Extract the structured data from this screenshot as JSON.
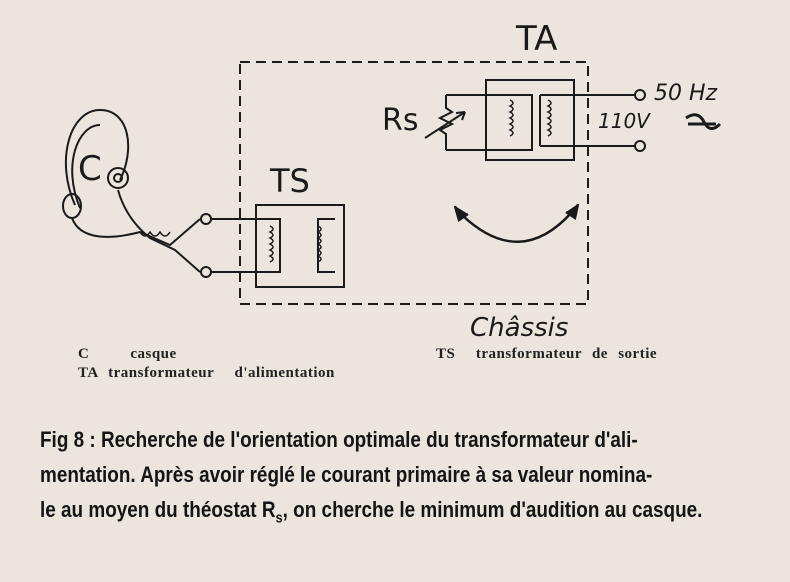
{
  "diagram": {
    "labels": {
      "ta": "TA",
      "ts": "TS",
      "rs": "Rs",
      "c": "C",
      "freq": "50 Hz",
      "voltage": "110V",
      "chassis": "Châssis"
    }
  },
  "legend": {
    "c": "C    casque",
    "ta": "TA transformateur  d'alimentation",
    "ts": "TS  transformateur de sortie"
  },
  "caption": {
    "line1": "Fig 8 : Recherche de l'orientation optimale du transformateur d'ali-",
    "line2": "mentation. Après avoir réglé le courant primaire à sa valeur nomina-",
    "line3_a": "le au moyen du théostat R",
    "line3_sub": "s",
    "line3_b": ", on cherche le minimum d'audition au casque."
  }
}
